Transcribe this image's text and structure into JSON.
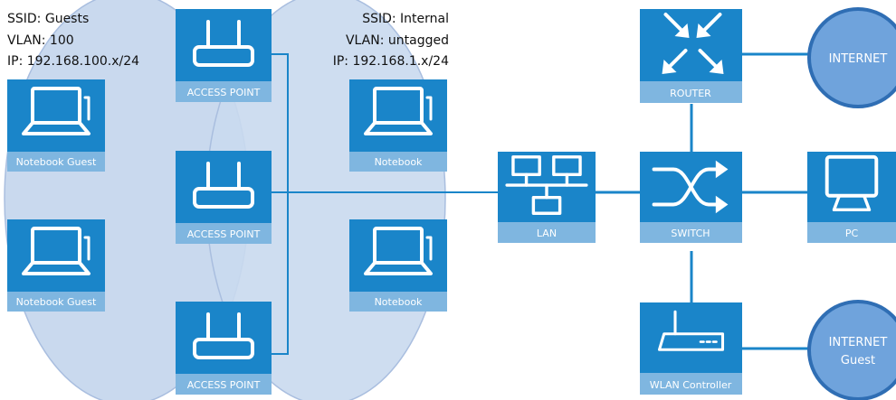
{
  "colors": {
    "node": "#1a85c9",
    "label": "#7fb6e0",
    "zone": "#c9d9ee",
    "zone_border": "#a9bedf",
    "cloud": "#6fa3dc",
    "cloud_border": "#2f6eb4",
    "link": "#1a85c9"
  },
  "ssid_guests": {
    "line1": "SSID: Guests",
    "line2": "VLAN: 100",
    "line3": "IP: 192.168.100.x/24"
  },
  "ssid_internal": {
    "line1": "SSID: Internal",
    "line2": "VLAN: untagged",
    "line3": "IP: 192.168.1.x/24"
  },
  "nodes": {
    "notebook_guest_1": {
      "label": "Notebook Guest",
      "icon": "laptop-icon"
    },
    "notebook_guest_2": {
      "label": "Notebook Guest",
      "icon": "laptop-icon"
    },
    "access_point_1": {
      "label": "ACCESS POINT",
      "icon": "access-point-icon"
    },
    "access_point_2": {
      "label": "ACCESS POINT",
      "icon": "access-point-icon"
    },
    "access_point_3": {
      "label": "ACCESS POINT",
      "icon": "access-point-icon"
    },
    "notebook_1": {
      "label": "Notebook",
      "icon": "laptop-icon"
    },
    "notebook_2": {
      "label": "Notebook",
      "icon": "laptop-icon"
    },
    "lan": {
      "label": "LAN",
      "icon": "lan-icon"
    },
    "router": {
      "label": "ROUTER",
      "icon": "router-arrows-icon"
    },
    "switch": {
      "label": "SWITCH",
      "icon": "switch-arrows-icon"
    },
    "pc": {
      "label": "PC",
      "icon": "monitor-icon"
    },
    "wlan_controller": {
      "label": "WLAN Controller",
      "icon": "wlan-controller-icon"
    }
  },
  "clouds": {
    "internet": {
      "line1": "INTERNET"
    },
    "internet_guest": {
      "line1": "INTERNET",
      "line2": "Guest"
    }
  }
}
